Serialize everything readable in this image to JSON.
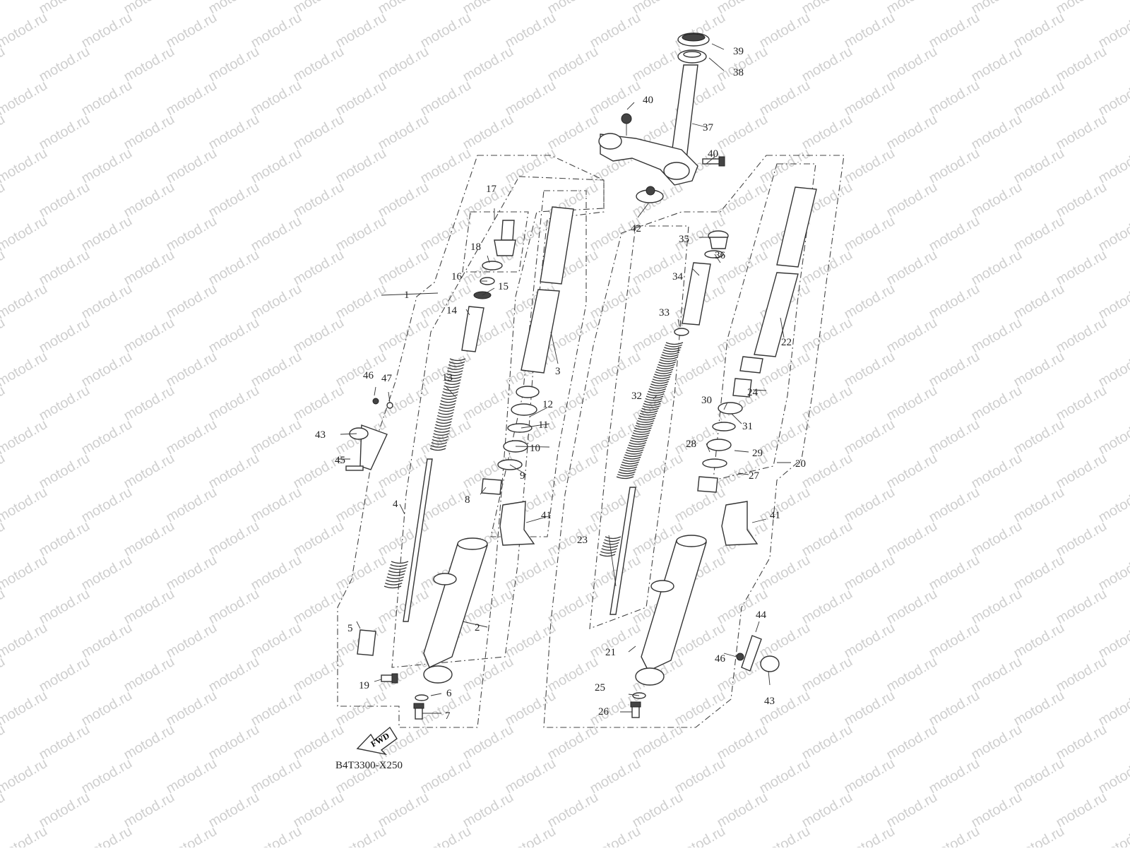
{
  "watermark": "motod.ru",
  "diagram_code": "B4T3300-X250",
  "fwd_label": "FWD",
  "callouts": [
    {
      "id": "c39",
      "text": "39"
    },
    {
      "id": "c38",
      "text": "38"
    },
    {
      "id": "c37",
      "text": "37"
    },
    {
      "id": "c40a",
      "text": "40"
    },
    {
      "id": "c40b",
      "text": "40"
    },
    {
      "id": "c42",
      "text": "42"
    },
    {
      "id": "c17",
      "text": "17"
    },
    {
      "id": "c18",
      "text": "18"
    },
    {
      "id": "c16",
      "text": "16"
    },
    {
      "id": "c15",
      "text": "15"
    },
    {
      "id": "c1",
      "text": "1"
    },
    {
      "id": "c14",
      "text": "14"
    },
    {
      "id": "c13",
      "text": "13"
    },
    {
      "id": "c46a",
      "text": "46"
    },
    {
      "id": "c47",
      "text": "47"
    },
    {
      "id": "c43a",
      "text": "43"
    },
    {
      "id": "c45",
      "text": "45"
    },
    {
      "id": "c4",
      "text": "4"
    },
    {
      "id": "c5",
      "text": "5"
    },
    {
      "id": "c19",
      "text": "19"
    },
    {
      "id": "c6",
      "text": "6"
    },
    {
      "id": "c7",
      "text": "7"
    },
    {
      "id": "c2",
      "text": "2"
    },
    {
      "id": "c3",
      "text": "3"
    },
    {
      "id": "c12",
      "text": "12"
    },
    {
      "id": "c11",
      "text": "11"
    },
    {
      "id": "c10",
      "text": "10"
    },
    {
      "id": "c9",
      "text": "9"
    },
    {
      "id": "c8",
      "text": "8"
    },
    {
      "id": "c41a",
      "text": "41"
    },
    {
      "id": "c35",
      "text": "35"
    },
    {
      "id": "c36",
      "text": "36"
    },
    {
      "id": "c34",
      "text": "34"
    },
    {
      "id": "c33",
      "text": "33"
    },
    {
      "id": "c32",
      "text": "32"
    },
    {
      "id": "c23",
      "text": "23"
    },
    {
      "id": "c21",
      "text": "21"
    },
    {
      "id": "c25",
      "text": "25"
    },
    {
      "id": "c26",
      "text": "26"
    },
    {
      "id": "c22",
      "text": "22"
    },
    {
      "id": "c24",
      "text": "24"
    },
    {
      "id": "c30",
      "text": "30"
    },
    {
      "id": "c31",
      "text": "31"
    },
    {
      "id": "c28",
      "text": "28"
    },
    {
      "id": "c29",
      "text": "29"
    },
    {
      "id": "c20",
      "text": "20"
    },
    {
      "id": "c27",
      "text": "27"
    },
    {
      "id": "c41b",
      "text": "41"
    },
    {
      "id": "c44",
      "text": "44"
    },
    {
      "id": "c46b",
      "text": "46"
    },
    {
      "id": "c43b",
      "text": "43"
    }
  ]
}
